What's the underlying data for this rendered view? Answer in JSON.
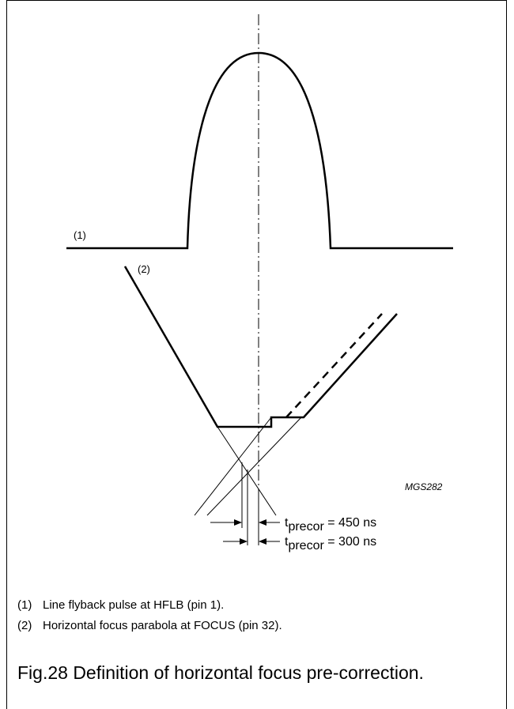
{
  "diagram": {
    "label_pulse": "(1)",
    "label_parabola": "(2)",
    "code": "MGS282",
    "timing1": {
      "t": "t",
      "sub": "precor",
      "rest": " = 450 ns"
    },
    "timing2": {
      "t": "t",
      "sub": "precor",
      "rest": " = 300 ns"
    }
  },
  "notes": [
    {
      "num": "(1)",
      "text": "Line flyback pulse at HFLB (pin 1)."
    },
    {
      "num": "(2)",
      "text": "Horizontal focus parabola at FOCUS (pin 32)."
    }
  ],
  "caption": "Fig.28  Definition of horizontal focus pre-correction."
}
